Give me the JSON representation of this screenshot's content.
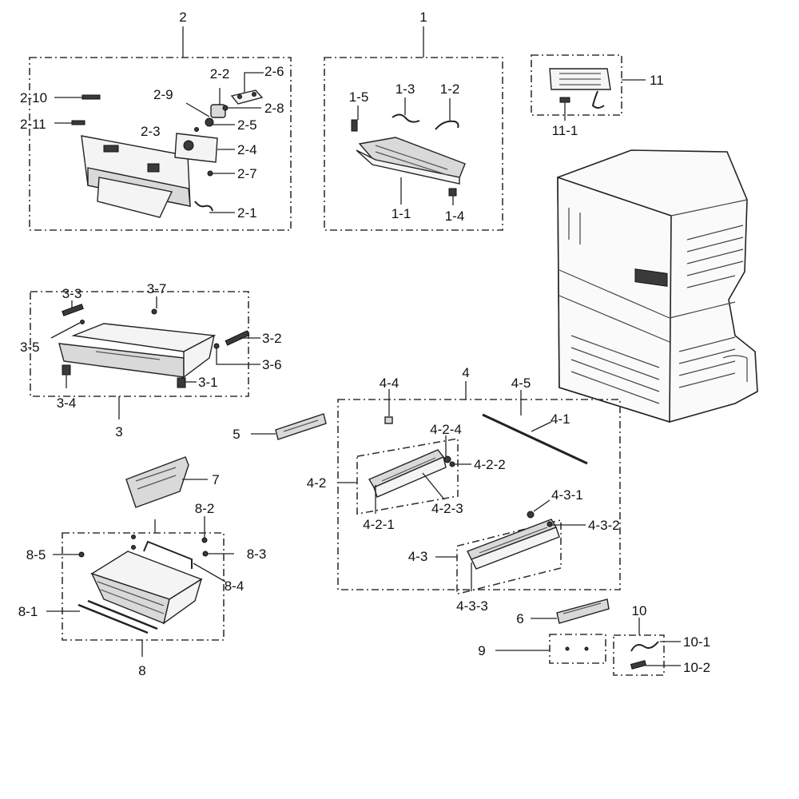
{
  "groups": {
    "g1": "1",
    "g2": "2",
    "g3": "3",
    "g4": "4",
    "g5": "5",
    "g6": "6",
    "g7": "7",
    "g8": "8",
    "g9": "9",
    "g10": "10",
    "g11": "11"
  },
  "parts": {
    "p1_1": "1-1",
    "p1_2": "1-2",
    "p1_3": "1-3",
    "p1_4": "1-4",
    "p1_5": "1-5",
    "p2_1": "2-1",
    "p2_2": "2-2",
    "p2_3": "2-3",
    "p2_4": "2-4",
    "p2_5": "2-5",
    "p2_6": "2-6",
    "p2_7": "2-7",
    "p2_8": "2-8",
    "p2_9": "2-9",
    "p2_10": "2-10",
    "p2_11": "2-11",
    "p3_1": "3-1",
    "p3_2": "3-2",
    "p3_3": "3-3",
    "p3_4": "3-4",
    "p3_5": "3-5",
    "p3_6": "3-6",
    "p3_7": "3-7",
    "p4_1": "4-1",
    "p4_2": "4-2",
    "p4_3": "4-3",
    "p4_4": "4-4",
    "p4_5": "4-5",
    "p4_2_1": "4-2-1",
    "p4_2_2": "4-2-2",
    "p4_2_3": "4-2-3",
    "p4_2_4": "4-2-4",
    "p4_3_1": "4-3-1",
    "p4_3_2": "4-3-2",
    "p4_3_3": "4-3-3",
    "p8_1": "8-1",
    "p8_2": "8-2",
    "p8_3": "8-3",
    "p8_4": "8-4",
    "p8_5": "8-5",
    "p10_1": "10-1",
    "p10_2": "10-2",
    "p11_1": "11-1"
  }
}
